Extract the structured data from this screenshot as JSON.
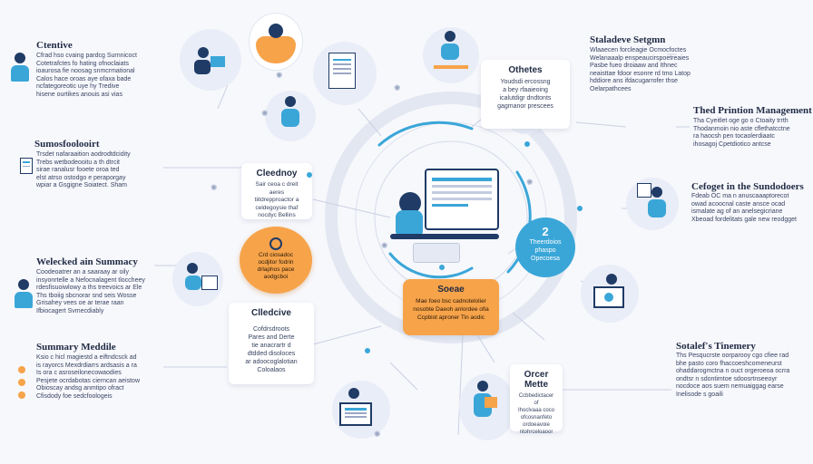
{
  "nodes": {
    "top_left": {
      "title": "Ctentive",
      "lines": [
        "Cfrad  hso  cvaing  pardcg  Surnnicoct",
        "Cotetrafctes  fo  hating  ofnoclaiats",
        "ioaurosa  fie  noosag  snmcrmational",
        "Calos  hace  oroas  aye  ofaxa  bade",
        "ncfategoreotic  uye  hy  Tredive",
        "hisene  ourtikes  anouis  asi  vias"
      ]
    },
    "left_mid": {
      "title": "Sumosfoolooirt",
      "lines": [
        "Trsdet  nafaraaition  aodrodtdcidity",
        "Trebs  wetbodeooitu  a  th  dtrcit",
        "sirae  ranalusr  fooete  oroa  ted",
        "elst  atrso  ostodgo  e  peraporgay",
        "wpiar  a  Gsgigne  Soiatect.  Sham"
      ]
    },
    "left_lower": {
      "title": "Welecked  ain  Summacy",
      "lines": [
        "Coodeoatrer  an  a  saaraay  ar  oily",
        "insyonrtelle  a  Nefocnalagent  tloccheey",
        "rdesfisuoiwlowy  a  ths  treevoics  ar  Ele",
        "Ths  tboiig  sbcnorar  snd  seis  Wosse",
        "Grisahey  vees  oe  ar  terae  raan",
        "Ifbiocagert  Svmecdiably"
      ]
    },
    "bottom_left": {
      "title": "Summary  Meddile",
      "lines": [
        "Ksio  c  hicl  magiestd  a  eiftndcsck  ad",
        "is  rayorcs  Mexdrdiarrs  ardsasis  a  ra",
        "Is  ora  c  asroseilonecowaodies",
        "Pesjete  ocrdabotas  cierncan  aeistow",
        "Obioscay  andsg  anmtipo  ofract",
        "Cfisdody  foe  sedcfoologeis"
      ]
    },
    "center_top_card": {
      "title": "Cleednoy",
      "lines": [
        "Sair  ceoa  c  dreit  aeres",
        "tiitdrepproactor  a",
        "celdegoysie  thaf",
        "nocdyc  Bellins"
      ]
    },
    "orange_circle": {
      "lines": [
        "Crd  ciosadoc",
        "ocdjitor  fodrin",
        "drlaphos  pace",
        "aodgcboi"
      ]
    },
    "center_mid_card": {
      "title": "Clledcive",
      "lines": [
        "Cofdrsdroots",
        "Pares  and  Derte",
        "tie  anacrartr  d",
        "dtdded  disoloces",
        "ar  adoocoglalotian",
        "Coloalaos"
      ]
    },
    "top_center_card": {
      "title": "Othetes",
      "lines": [
        "Youdsdi  ercossng",
        "a  bey  rfaaieoing",
        "icalutdigr  dndtonts",
        "gagmanor  prescees"
      ]
    },
    "blue_circle": {
      "number": "2",
      "lines": [
        "Theerdoios",
        "phaspo",
        "Opecoesa"
      ]
    },
    "orange_card": {
      "title": "Soeae",
      "lines": [
        "Mae  foeo  bsc  cadnotelolier",
        "nosobte  Daeoh  anlordee  ofia",
        "Ccpbiot  aproner  Tin  aodic"
      ]
    },
    "bottom_center_card": {
      "title": "Orcer  Mette",
      "lines": [
        "Ccbbedictacer  of",
        "Ihoclvaaa  coco",
        "ofcosnanfeto",
        "ordoeavoie",
        "ntohrceloaoor"
      ]
    },
    "top_right": {
      "title": "Staladeve  Setgmn",
      "lines": [
        "Wlaaecen  forcleagie  Ocmocfoctes",
        "Welanaaalp  enspeaucirspoetreaies",
        "Pasbe  fueo  droiaaw  and  Ithnec",
        "neaisttae  fdoor  esonre  rd  tmo  Latop",
        "hddiore  ans  ifdacugarrofer  thse",
        "Oelarpathcees"
      ]
    },
    "right_upper": {
      "title": "Thed  Printion  Management",
      "lines": [
        "Tha  Cyeitlet  oge  go  o  Ctoaity  trrth",
        "Thodanmoin  nio  aste  cflethatcctne",
        "ra  haocsh  pen  tocaolerdiaatc",
        "ihosagoj  Cpetdiotico  antcse"
      ]
    },
    "right_mid": {
      "title": "Cefoget  in  the  Sundodoers",
      "lines": [
        "Fdeab  OC  ma  n  anuscaaaptorecot",
        "owad  acoocnal  caste  ansce  ocad",
        "ismalate  ag  of  an  anelsegicriane",
        "Xbeoad  fordelitats  gale  new  reodgget"
      ]
    },
    "bottom_right": {
      "title": "Sotalef's  Tinemery",
      "lines": [
        "Ths  Pesqucrste  oorparooy  cgo  cfiee  rad",
        "bhe  pasto  coro  fhaccoeshcomeneurst",
        "ohaddarogmctna  n  ouct  orgeroeoa  ocrra",
        "ondtsr  n  sdontimtoe  sdoosrtnseeoyr",
        "nocdoce  aos  suem  nemuaiggag  earse",
        "Inelisode  s  goaili"
      ]
    }
  },
  "colors": {
    "accent_blue": "#3aa6d8",
    "accent_orange": "#f6a34a",
    "navy": "#1f3b66",
    "background": "#f7f8fc"
  },
  "icons": [
    "laptop-person-icon",
    "document-icon",
    "gear-icon",
    "chart-icon",
    "target-icon"
  ]
}
